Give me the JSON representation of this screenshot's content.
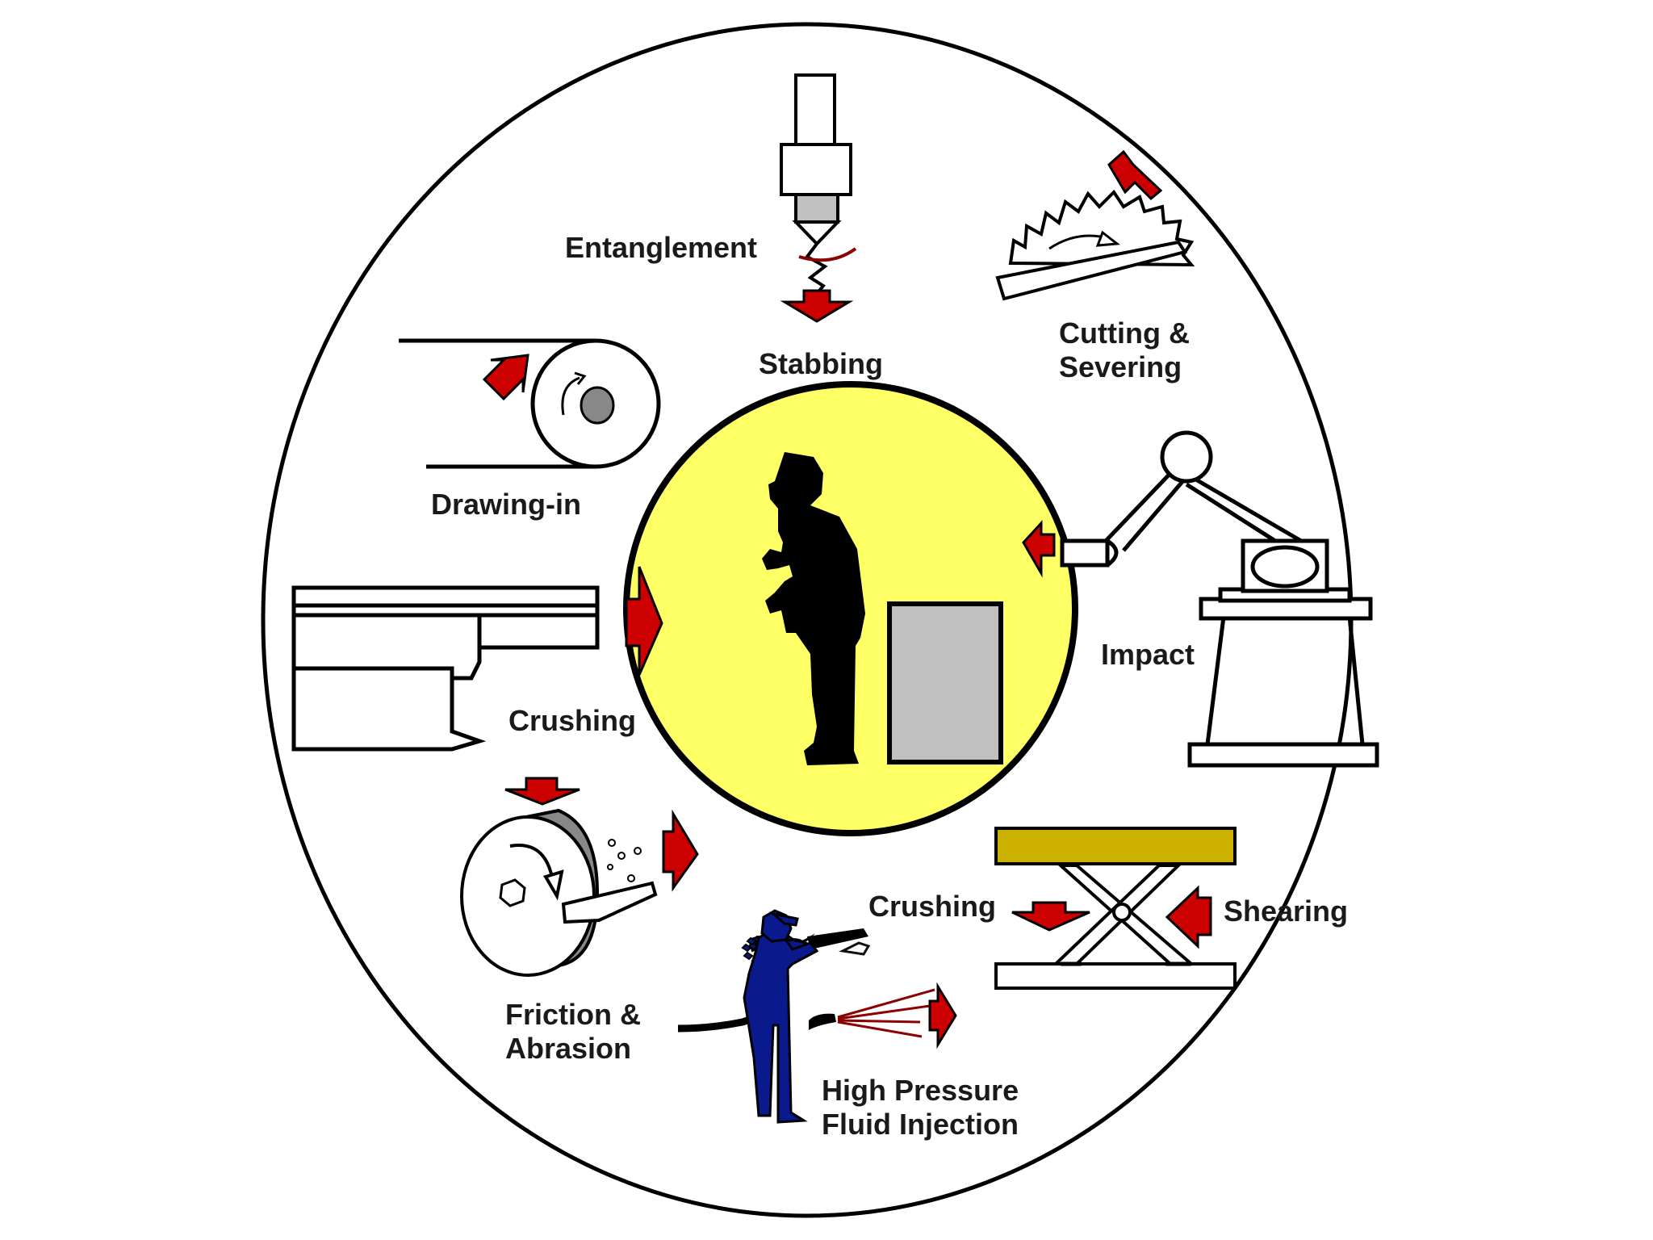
{
  "colors": {
    "center_fill": "#ffff66",
    "arrow_red": "#cc0000",
    "outline": "#000000",
    "box_gray": "#c0c0c0",
    "table_top": "#ccb000",
    "worker_blue": "#0a1a8c",
    "spray": "#8b0000"
  },
  "labels": {
    "entanglement": "Entanglement",
    "stabbing": "Stabbing",
    "cutting_line1": "Cutting &",
    "cutting_line2": "Severing",
    "drawing_in": "Drawing-in",
    "impact": "Impact",
    "crushing_left": "Crushing",
    "crushing_table": "Crushing",
    "shearing": "Shearing",
    "friction_line1": "Friction &",
    "friction_line2": "Abrasion",
    "fluid_line1": "High Pressure",
    "fluid_line2": "Fluid Injection"
  },
  "icons": {
    "center": "worker-silhouette-icon",
    "drill": "drill-press-icon",
    "saw": "circular-saw-icon",
    "roller": "roller-conveyor-icon",
    "robot": "robot-arm-icon",
    "press": "press-bed-icon",
    "grinder": "grinding-wheel-icon",
    "sprayer": "pressure-sprayer-worker-icon",
    "lift": "scissor-lift-icon"
  }
}
